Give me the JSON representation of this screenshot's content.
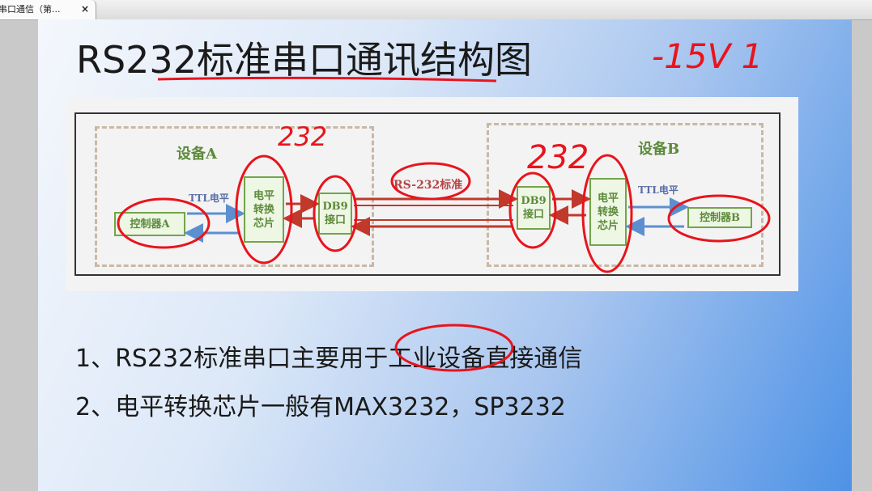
{
  "tab": {
    "title": "串口通信（第...",
    "close_label": "×"
  },
  "slide": {
    "title": "RS232标准串口通讯结构图",
    "annotation_voltage": "-15V 1",
    "diagram": {
      "device_a": "设备A",
      "device_b": "设备B",
      "controller_a": "控制器A",
      "controller_b": "控制器B",
      "converter_a": "电平\n转换\n芯片",
      "converter_b": "电平\n转换\n芯片",
      "db9_a": "DB9\n接口",
      "db9_b": "DB9\n接口",
      "ttl_a": "TTL电平",
      "ttl_b": "TTL电平",
      "standard": "RS-232标准",
      "handwritten_a": "232",
      "handwritten_b": "232"
    },
    "lines": [
      "1、RS232标准串口主要用于工业设备直接通信",
      "2、电平转换芯片一般有MAX3232，SP3232"
    ]
  },
  "colors": {
    "annotation_red": "#e8141c",
    "box_green": "#72a54a",
    "arrow_blue": "#5b8fd0",
    "arrow_red": "#c0392b"
  }
}
